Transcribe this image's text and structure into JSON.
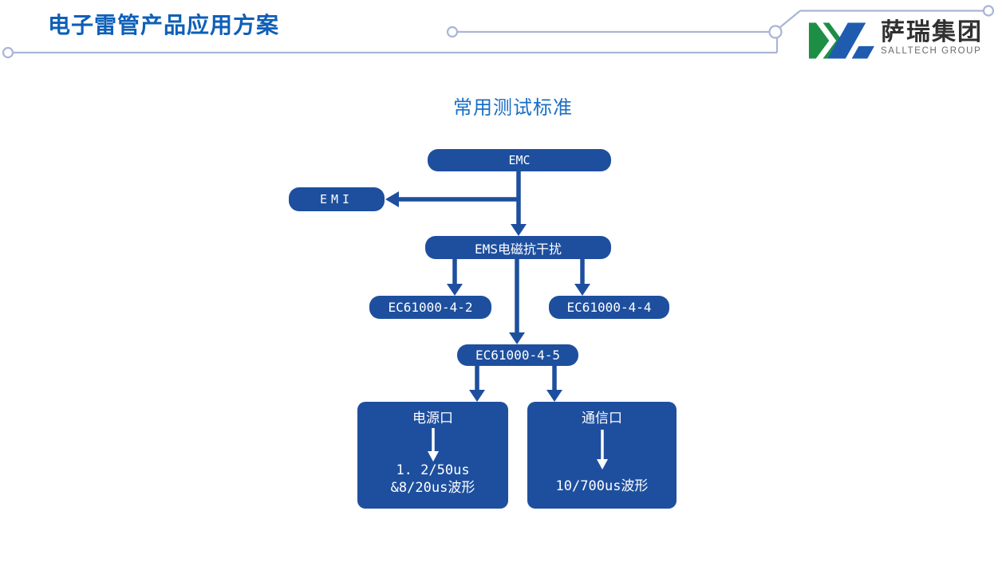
{
  "page": {
    "title": "电子雷管产品应用方案",
    "diagram_title": "常用测试标准"
  },
  "logo": {
    "name": "萨瑞集团",
    "subtitle": "SALLTECH GROUP",
    "icon_green": "#1d8f44",
    "icon_blue": "#1f5cb0"
  },
  "colors": {
    "heading_blue": "#0e5fb8",
    "diagram_title_blue": "#1a6ec6",
    "node_blue": "#1e4f9e",
    "node_text": "#ffffff",
    "deco_line": "#a9b5d6"
  },
  "flow": {
    "emc": "EMC",
    "emi": "EMI",
    "ems": "EMS电磁抗干扰",
    "ec42": "EC61000-4-2",
    "ec44": "EC61000-4-4",
    "ec45": "EC61000-4-5",
    "power_title": "电源口",
    "power_line1": "1. 2/50us",
    "power_line2": "&8/20us波形",
    "comm_title": "通信口",
    "comm_line1": "10/700us波形",
    "edges": [
      "EMC -> EMS电磁抗干扰",
      "EMC -> EMI",
      "EMS电磁抗干扰 -> EC61000-4-2",
      "EMS电磁抗干扰 -> EC61000-4-4",
      "EMS电磁抗干扰 -> EC61000-4-5",
      "EC61000-4-5 -> 电源口",
      "EC61000-4-5 -> 通信口",
      "电源口 -> 1. 2/50us &8/20us波形",
      "通信口 -> 10/700us波形"
    ]
  }
}
